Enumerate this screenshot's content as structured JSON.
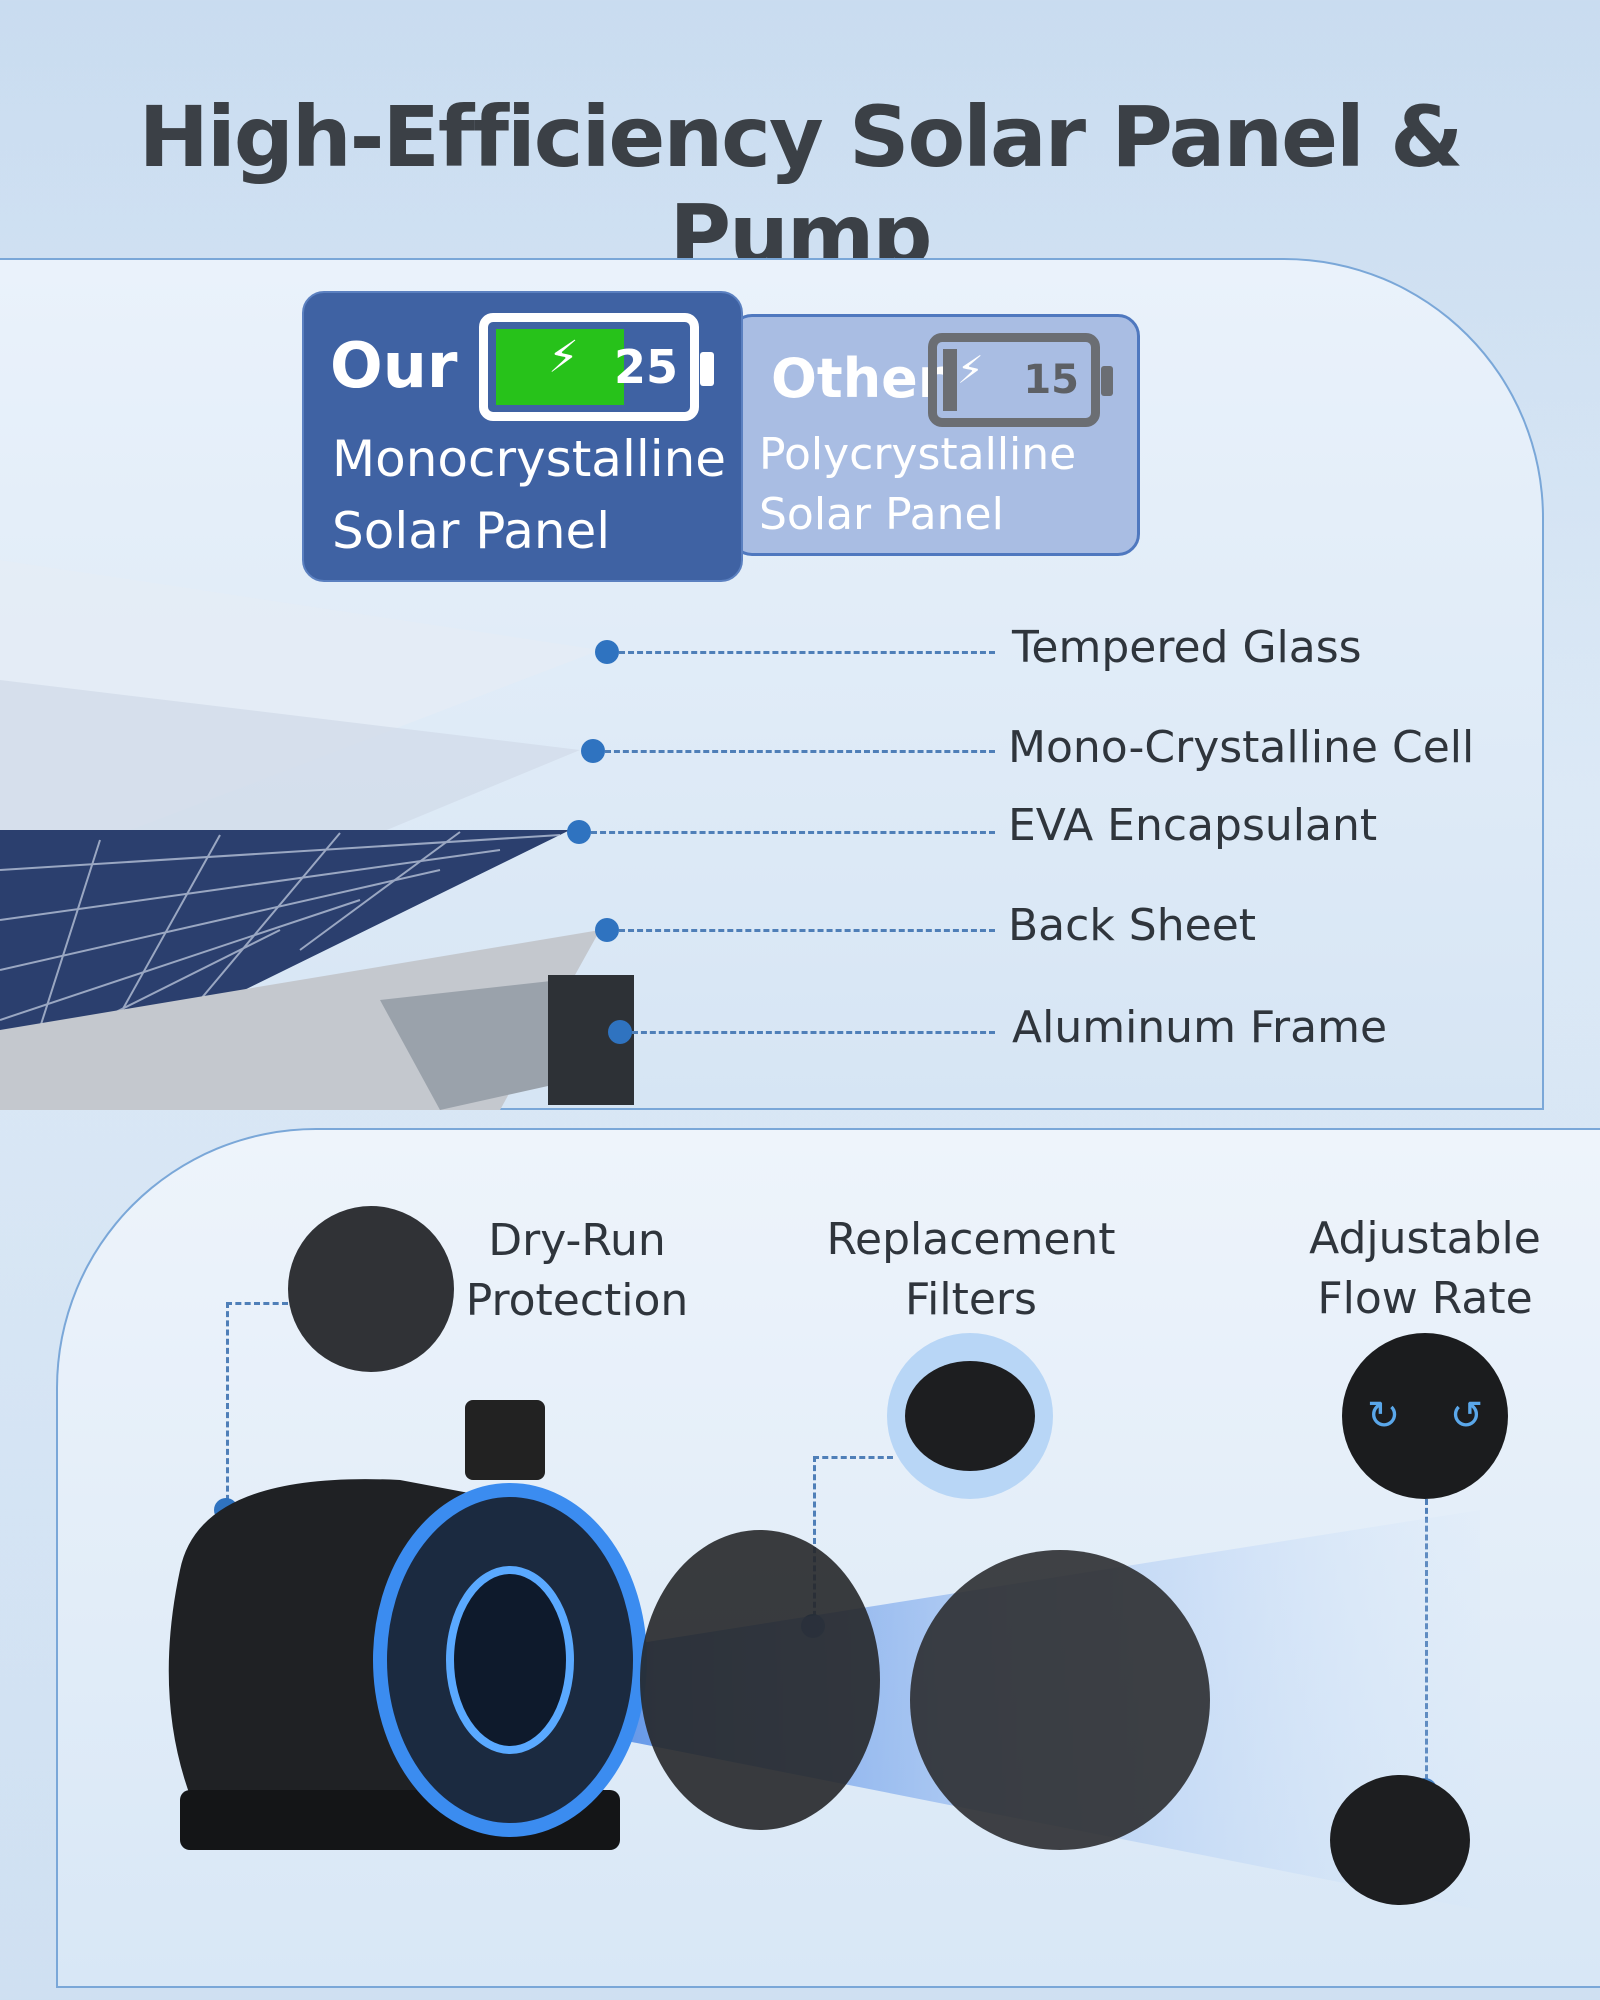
{
  "title": "High-Efficiency Solar Panel & Pump",
  "comparison": {
    "ours": {
      "label": "Our",
      "battery_value": "25",
      "type_line1": "Monocrystalline",
      "type_line2": "Solar Panel",
      "battery_fill": "#27c21a"
    },
    "other": {
      "label": "Other",
      "battery_value": "15",
      "type_line1": "Polycrystalline",
      "type_line2": "Solar Panel"
    }
  },
  "layers": [
    "Tempered Glass",
    "Mono-Crystalline Cell",
    "EVA Encapsulant",
    "Back Sheet",
    "Aluminum Frame"
  ],
  "pump_features": {
    "dry_run": {
      "line1": "Dry-Run",
      "line2": "Protection"
    },
    "filters": {
      "line1": "Replacement",
      "line2": "Filters"
    },
    "flow": {
      "line1": "Adjustable",
      "line2": "Flow Rate"
    }
  },
  "colors": {
    "accent": "#3f62a3",
    "dot": "#2f73c0"
  }
}
